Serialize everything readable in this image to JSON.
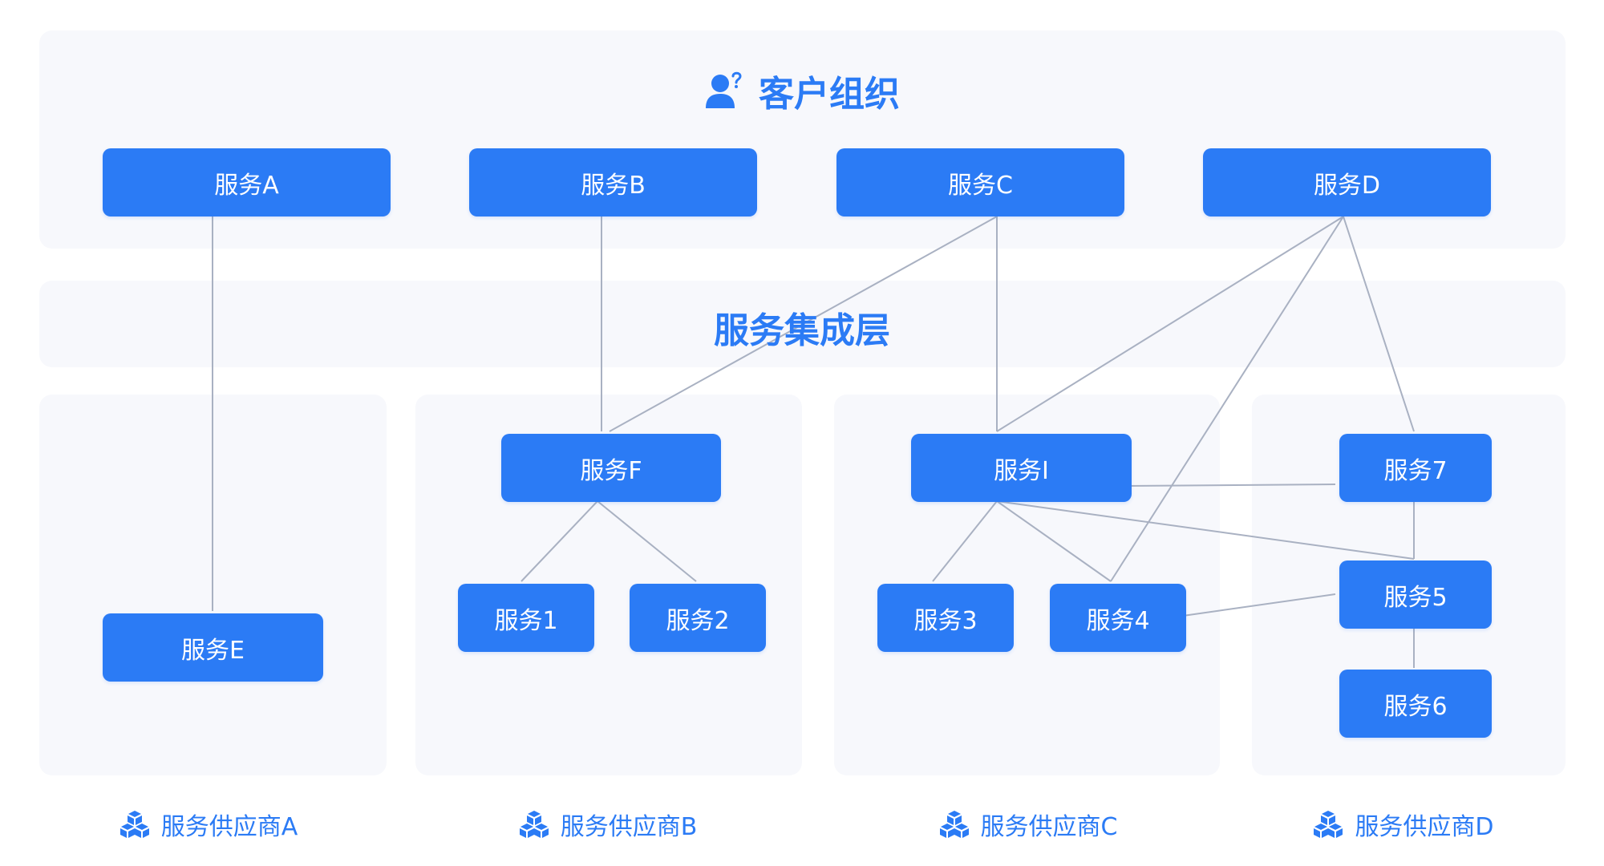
{
  "customer_org": {
    "title": "客户组织",
    "icon": "user-question-icon"
  },
  "integration_layer": {
    "title": "服务集成层"
  },
  "customer_services": [
    "服务A",
    "服务B",
    "服务C",
    "服务D"
  ],
  "provider_services": {
    "e": "服务E",
    "f": "服务F",
    "s1": "服务1",
    "s2": "服务2",
    "i": "服务I",
    "s3": "服务3",
    "s4": "服务4",
    "s7": "服务7",
    "s5": "服务5",
    "s6": "服务6"
  },
  "providers": [
    "服务供应商A",
    "服务供应商B",
    "服务供应商C",
    "服务供应商D"
  ],
  "provider_icon": "cubes-icon",
  "colors": {
    "accent": "#2b7bf5",
    "panel": "#f7f8fc",
    "connector": "#a9b1c2"
  }
}
